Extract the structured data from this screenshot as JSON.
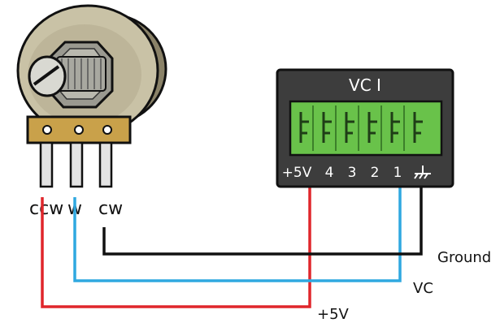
{
  "potentiometer": {
    "pins": [
      "ccw",
      "w",
      "cw"
    ]
  },
  "module": {
    "title": "VC I",
    "terminals": [
      "+5V",
      "4",
      "3",
      "2",
      "1"
    ],
    "ground_symbol": "ground-icon",
    "body_color": "#3d3d3d",
    "connector_color": "#69c24a"
  },
  "wires": {
    "ground": {
      "label": "Ground",
      "color": "#111111"
    },
    "vc": {
      "label": "VC",
      "color": "#2fa8e0"
    },
    "power": {
      "label": "+5V",
      "color": "#e0262b"
    }
  }
}
